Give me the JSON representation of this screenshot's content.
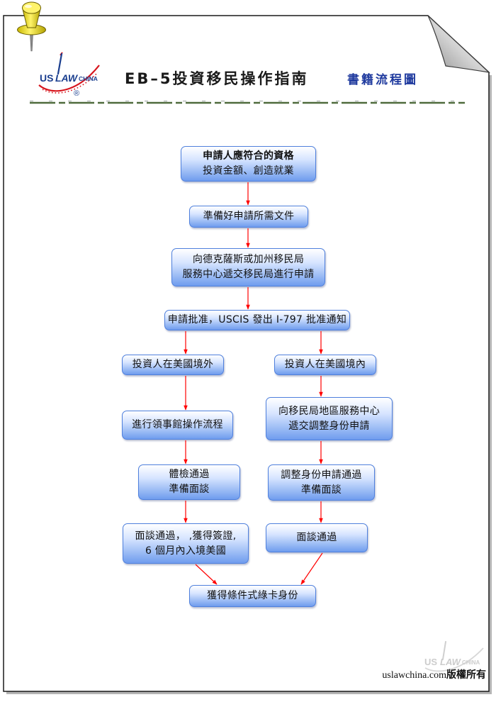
{
  "header": {
    "logo": {
      "us": "US",
      "law": "LAW",
      "china": "CHINA",
      "registered": "®"
    },
    "title": "EB–5投資移民操作指南",
    "subtitle": "書籍流程圖"
  },
  "flow": {
    "qualify": {
      "heading": "申請人應符合的資格",
      "detail": "投資金額、創造就業"
    },
    "prepare_docs": {
      "text": "準備好申請所需文件"
    },
    "file_petition": {
      "line1": "向德克薩斯或加州移民局",
      "line2": "服務中心遞交移民局進行申請"
    },
    "approval": {
      "text": "申請批准，USCIS 發出 I-797 批准通知"
    },
    "outside_us": {
      "text": "投資人在美國境外"
    },
    "inside_us": {
      "text": "投資人在美國境內"
    },
    "consular": {
      "text": "進行領事館操作流程"
    },
    "adjust_status": {
      "line1": "向移民局地區服務中心",
      "line2": "遞交調整身份申請"
    },
    "medical": {
      "line1": "體檢通過",
      "line2": "準備面談"
    },
    "adjust_approved": {
      "line1": "調整身份申請通過",
      "line2": "準備面談"
    },
    "visa": {
      "line1": "面談通過， ,獲得簽證,",
      "line2": "6 個月內入境美國"
    },
    "interview_passed": {
      "text": "面談通過"
    },
    "green_card": {
      "text": "獲得條件式綠卡身份"
    }
  },
  "footer": {
    "site": "uslawchina.com",
    "rights": "版權所有"
  },
  "colors": {
    "node_top": "#ffffff",
    "node_mid": "#d6e4ff",
    "node_bottom": "#6f9cee",
    "node_border": "#4f80dd",
    "arrow": "#ff0000",
    "title": "#1a1a1a",
    "subtitle": "#1f3a9e",
    "logo_blue": "#1b3f8f",
    "logo_red": "#d7151d",
    "pin_yellow": "#fff36b"
  },
  "icons": {
    "pin": "pushpin-icon",
    "logo": "uslawchina-logo",
    "watermark": "uslawchina-watermark"
  }
}
